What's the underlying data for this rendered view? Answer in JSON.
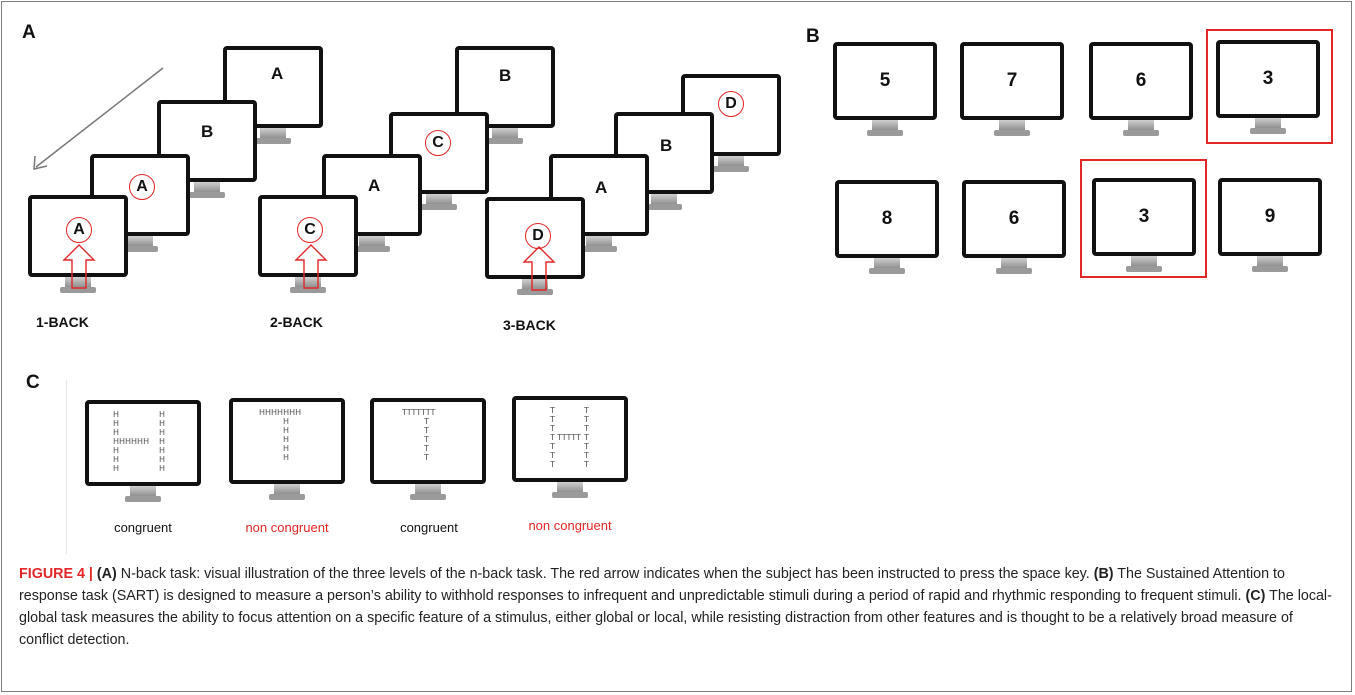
{
  "panels": {
    "a": "A",
    "b": "B",
    "c": "C"
  },
  "nback": {
    "levels": [
      "1-BACK",
      "2-BACK",
      "3-BACK"
    ],
    "one_back": [
      "A",
      "A",
      "B",
      "A"
    ],
    "two_back": [
      "C",
      "A",
      "C",
      "B"
    ],
    "three_back": [
      "D",
      "A",
      "B",
      "D"
    ]
  },
  "sart": {
    "row1": [
      "5",
      "7",
      "6",
      "3"
    ],
    "row2": [
      "8",
      "6",
      "3",
      "9"
    ]
  },
  "local_global": {
    "labels": [
      "congruent",
      "non congruent",
      "congruent",
      "non congruent"
    ]
  },
  "caption": {
    "figure": "FIGURE 4 |",
    "a_tag": "(A)",
    "a_text": " N-back task: visual illustration of the three levels of the n-back task. The red arrow indicates when the subject has been instructed to press the space key. ",
    "b_tag": "(B)",
    "b_text": " The Sustained Attention to response task (SART) is designed to measure a person’s ability to withhold responses to infrequent and unpredictable stimuli during a period of rapid and rhythmic responding to frequent stimuli. ",
    "c_tag": "(C)",
    "c_text": " The local-global task measures the ability to focus attention on a specific feature of a stimulus, either global or local, while resisting distraction from other features and is thought to be a relatively broad measure of conflict detection."
  },
  "colors": {
    "accent_red": "#e32626",
    "frame": "#7d7d7d"
  },
  "icons": [
    "monitor-icon",
    "arrow-icon",
    "up-arrow-icon"
  ]
}
